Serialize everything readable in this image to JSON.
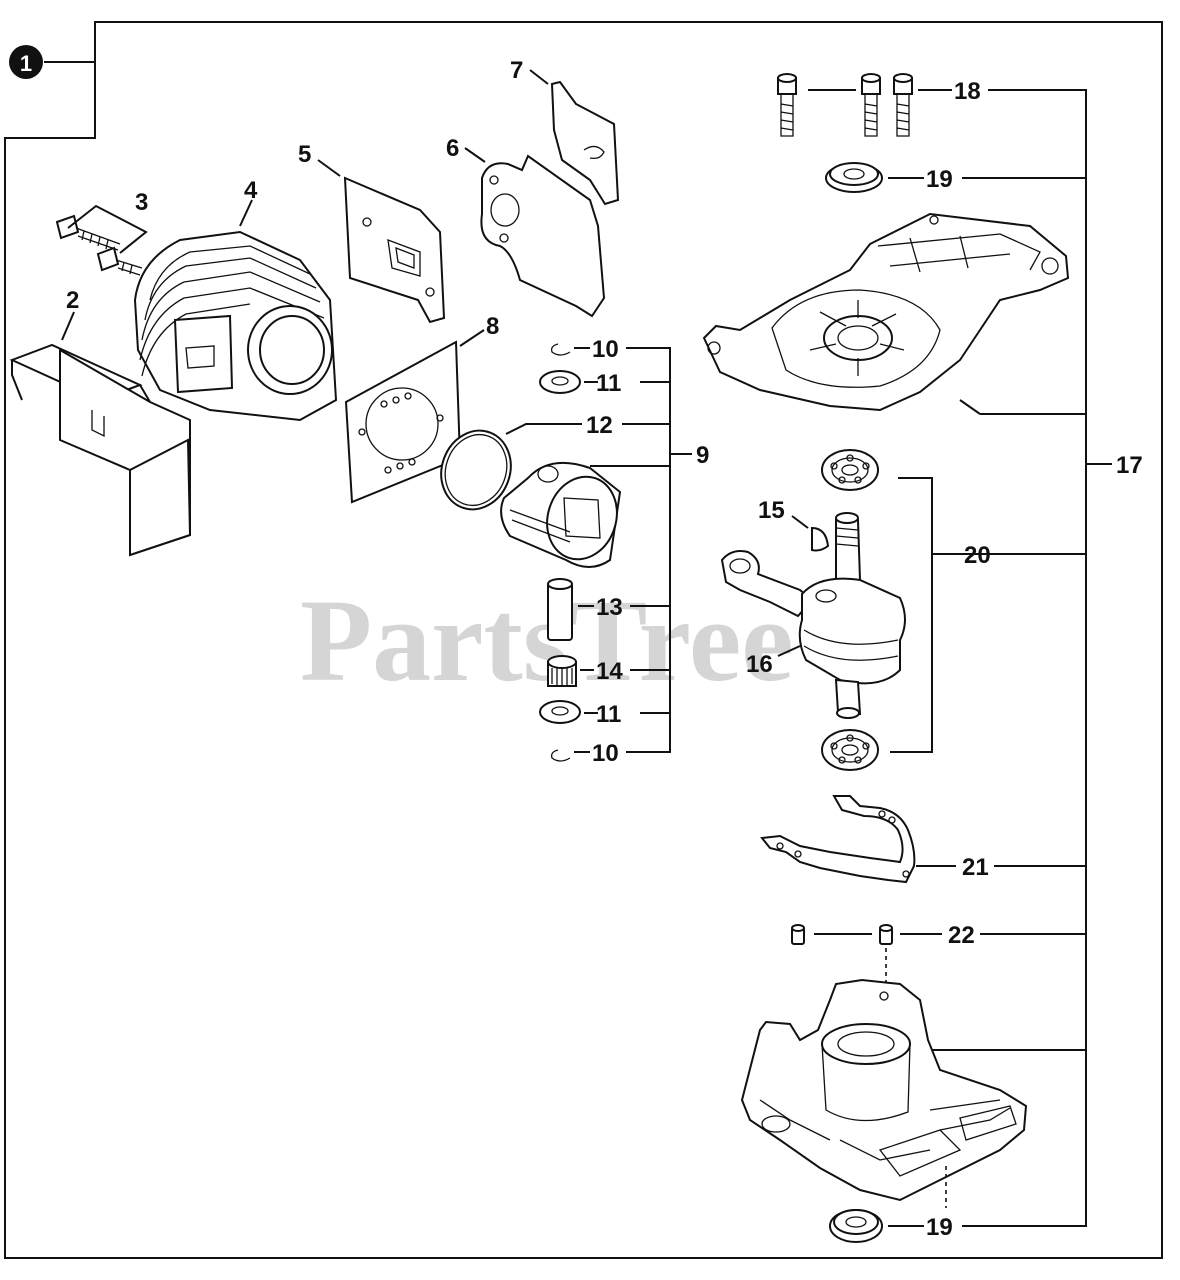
{
  "figure": {
    "index_badge": "1",
    "watermark": "PartsTree",
    "watermark_mark": "™"
  },
  "callouts": {
    "c2": "2",
    "c3": "3",
    "c4": "4",
    "c5": "5",
    "c6": "6",
    "c7": "7",
    "c8": "8",
    "c9": "9",
    "c10a": "10",
    "c10b": "10",
    "c11a": "11",
    "c11b": "11",
    "c12": "12",
    "c13": "13",
    "c14": "14",
    "c15": "15",
    "c16": "16",
    "c17": "17",
    "c18": "18",
    "c19a": "19",
    "c19b": "19",
    "c20": "20",
    "c21": "21",
    "c22": "22"
  }
}
